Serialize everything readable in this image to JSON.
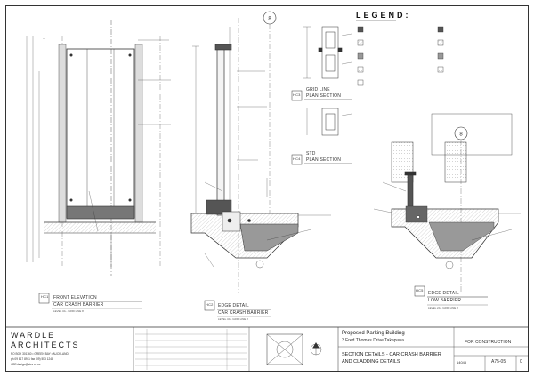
{
  "drawings": {
    "front_elevation": {
      "code": "HC1",
      "title": "FRONT ELEVATION",
      "subtitle": "CAR CRASH BARRIER",
      "level": "LEVEL 3A - GRID LINE 8"
    },
    "edge_detail_crash": {
      "code": "HC2",
      "title": "EDGE DETAIL",
      "subtitle": "CAR CRASH BARRIER",
      "level": "LEVEL 3A - GRID LINE 8"
    },
    "grid_line_plan": {
      "code": "HC3",
      "title": "GRID LINE",
      "subtitle": "PLAN SECTION"
    },
    "std_plan": {
      "code": "HC4",
      "title": "STD",
      "subtitle": "PLAN SECTION"
    },
    "edge_detail_low": {
      "code": "HC5",
      "title": "EDGE DETAIL",
      "subtitle": "LOW BARRIER",
      "level": "LEVEL 2A - GRID LINE 8"
    }
  },
  "grid_bubble": "8",
  "legend": {
    "title": "LEGEND:"
  },
  "title_block": {
    "firm_name_line1": "WARDLE",
    "firm_name_line2": "ARCHITECTS",
    "firm_address": "PO BOX 301160 • GREEN BAY • AUCKLAND",
    "firm_phone": "ph 09 817 8911  fax (09) 553 1248",
    "firm_email": "ARP.design@xtra.co.nz",
    "project_title": "Proposed Parking Building",
    "project_address": "3 Fred Thomas Drive  Takapuna",
    "drawing_title_line1": "SECTION DETAILS - CAR CRASH BARRIER",
    "drawing_title_line2": "AND CLADDING DETAILS",
    "status": "FOR CONSTRUCTION",
    "job_number": "14045",
    "sheet_number": "A75-05",
    "revision": "0"
  },
  "colors": {
    "line": "#333333",
    "fill": "#888888",
    "hatch": "#bbbbbb",
    "paper": "#ffffff"
  }
}
